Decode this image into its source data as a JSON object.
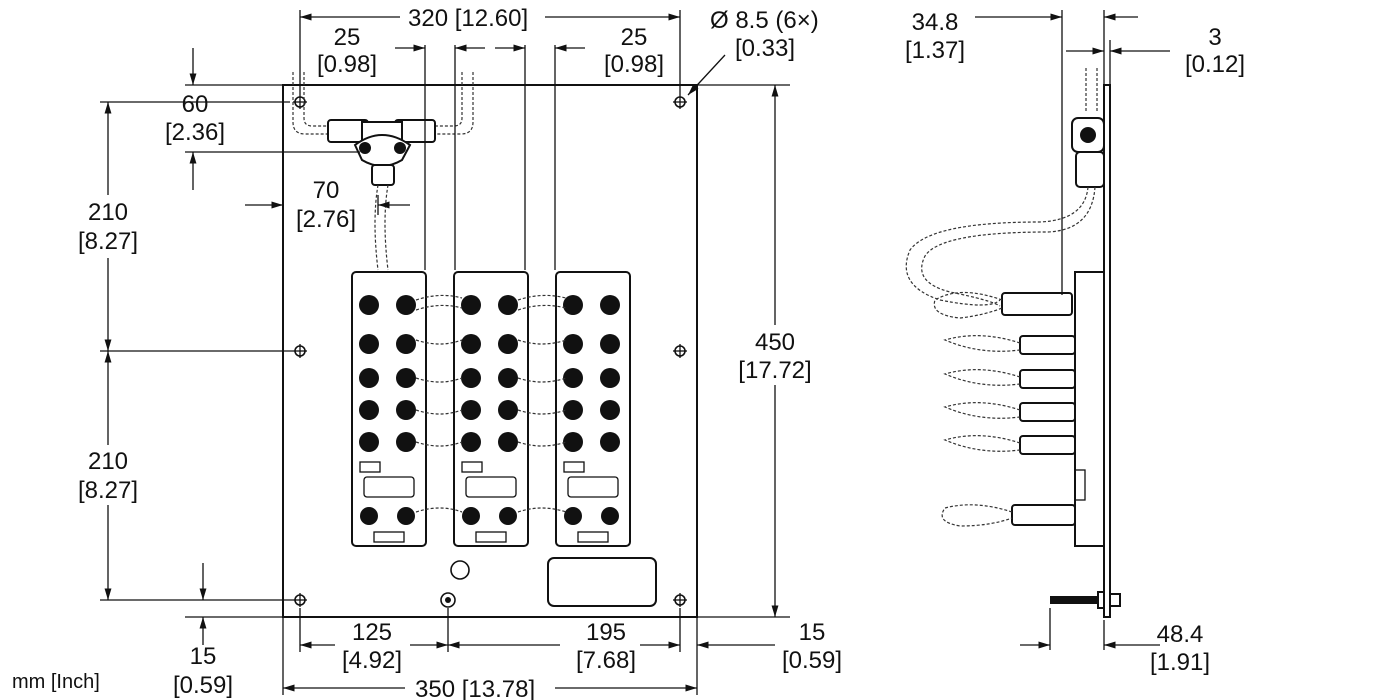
{
  "units_label": "mm [Inch]",
  "front_view": {
    "top_width": {
      "mm": "320",
      "in": "[12.60]"
    },
    "top_left_offset": {
      "mm": "25",
      "in": "[0.98]"
    },
    "top_right_offset": {
      "mm": "25",
      "in": "[0.98]"
    },
    "hole_diameter": {
      "mm": "Ø 8.5 (6×)",
      "in": "[0.33]"
    },
    "connector_height": {
      "mm": "60",
      "in": "[2.36]"
    },
    "connector_offset": {
      "mm": "70",
      "in": "[2.76]"
    },
    "upper_height": {
      "mm": "210",
      "in": "[8.27]"
    },
    "lower_height": {
      "mm": "210",
      "in": "[8.27]"
    },
    "bottom_margin_left": {
      "mm": "15",
      "in": "[0.59]"
    },
    "hole_spacing_left": {
      "mm": "125",
      "in": "[4.92]"
    },
    "hole_spacing_right": {
      "mm": "195",
      "in": "[7.68]"
    },
    "bottom_margin_right": {
      "mm": "15",
      "in": "[0.59]"
    },
    "total_width": {
      "mm": "350",
      "in": "[13.78]"
    },
    "total_height": {
      "mm": "450",
      "in": "[17.72]"
    }
  },
  "side_view": {
    "depth": {
      "mm": "34.8",
      "in": "[1.37]"
    },
    "plate_thickness": {
      "mm": "3",
      "in": "[0.12]"
    },
    "stud_length": {
      "mm": "48.4",
      "in": "[1.91]"
    }
  }
}
